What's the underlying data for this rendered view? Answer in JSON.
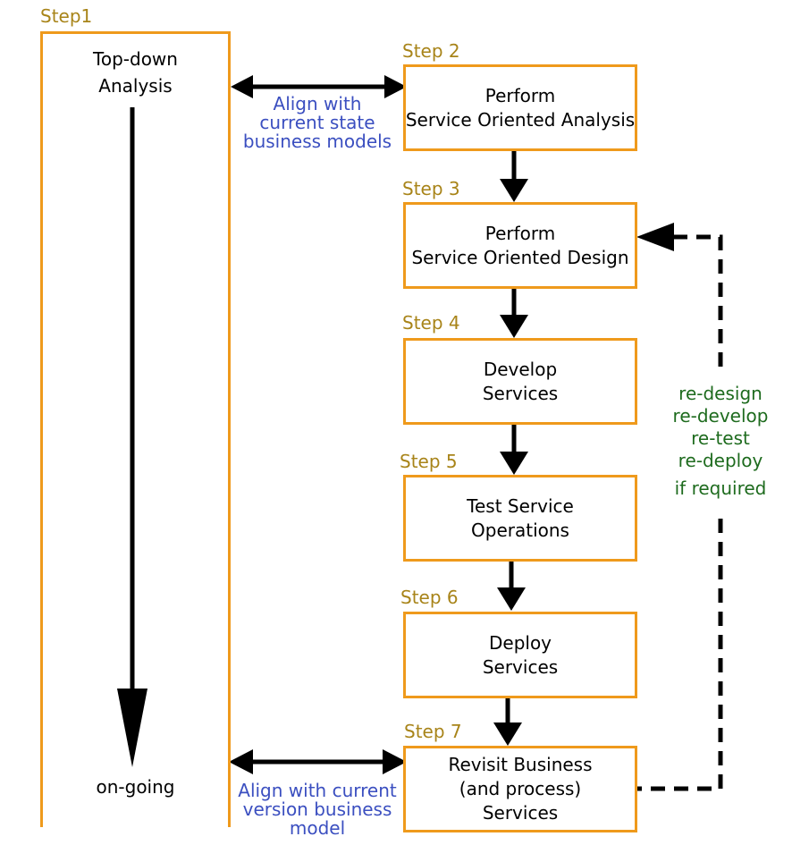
{
  "step1": {
    "label": "Step1",
    "title_line1": "Top-down",
    "title_line2": "Analysis",
    "bottom_text": "on-going"
  },
  "steps": [
    {
      "label": "Step 2",
      "line1": "Perform",
      "line2": "Service Oriented Analysis"
    },
    {
      "label": "Step 3",
      "line1": "Perform",
      "line2": "Service Oriented Design"
    },
    {
      "label": "Step 4",
      "line1": "Develop",
      "line2": "Services"
    },
    {
      "label": "Step 5",
      "line1": "Test Service",
      "line2": "Operations"
    },
    {
      "label": "Step 6",
      "line1": "Deploy",
      "line2": "Services"
    },
    {
      "label": "Step 7",
      "line1": "Revisit Business",
      "line2": "(and process)",
      "line3": "Services"
    }
  ],
  "align_top": [
    "Align with",
    "current state",
    "business models"
  ],
  "align_bottom": [
    "Align with current",
    "version business",
    "model"
  ],
  "loop_text": [
    "re-design",
    "re-develop",
    "re-test",
    "re-deploy",
    "if required"
  ],
  "colors": {
    "box_border": "#ef9a1c",
    "step_label": "#a88419",
    "align_text": "#3b4fc0",
    "loop_text": "#1e6b1e",
    "arrow": "#000000"
  }
}
